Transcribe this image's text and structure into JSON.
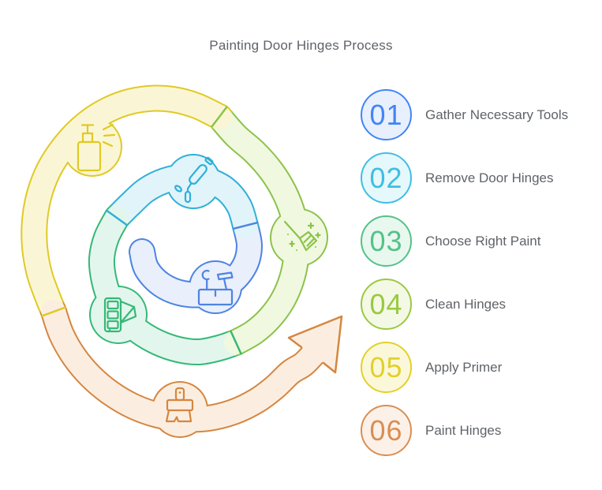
{
  "title": "Painting Door Hinges Process",
  "steps": [
    {
      "num": "01",
      "label": "Gather Necessary Tools",
      "icon": "toolbox-icon",
      "color": "#4285f4",
      "fill": "#e8f0fd",
      "band_color": "#4d84e2",
      "band_fill": "#e9effb"
    },
    {
      "num": "02",
      "label": "Remove Door Hinges",
      "icon": "paint-roller-icon",
      "color": "#3fbfe2",
      "fill": "#e5f8fc",
      "band_color": "#2fb0d9",
      "band_fill": "#e1f4fa"
    },
    {
      "num": "03",
      "label": "Choose Right Paint",
      "icon": "paint-swatches-icon",
      "color": "#54c287",
      "fill": "#e8f8ef",
      "band_color": "#36b877",
      "band_fill": "#e3f6ed"
    },
    {
      "num": "04",
      "label": "Clean Hinges",
      "icon": "broom-icon",
      "color": "#9ac940",
      "fill": "#f4f9e5",
      "band_color": "#8bc34a",
      "band_fill": "#f1f8e0"
    },
    {
      "num": "05",
      "label": "Apply Primer",
      "icon": "spray-bottle-icon",
      "color": "#e3d02a",
      "fill": "#fbf8da",
      "band_color": "#e0ca25",
      "band_fill": "#faf6d5"
    },
    {
      "num": "06",
      "label": "Paint Hinges",
      "icon": "paintbrush-icon",
      "color": "#d98e52",
      "fill": "#fcf1e8",
      "band_color": "#d6863f",
      "band_fill": "#fbeee1"
    }
  ],
  "diagram": {
    "type": "circular-process-spiral",
    "direction": "counterclockwise-outward",
    "end_marker": "flow-arrowhead"
  }
}
